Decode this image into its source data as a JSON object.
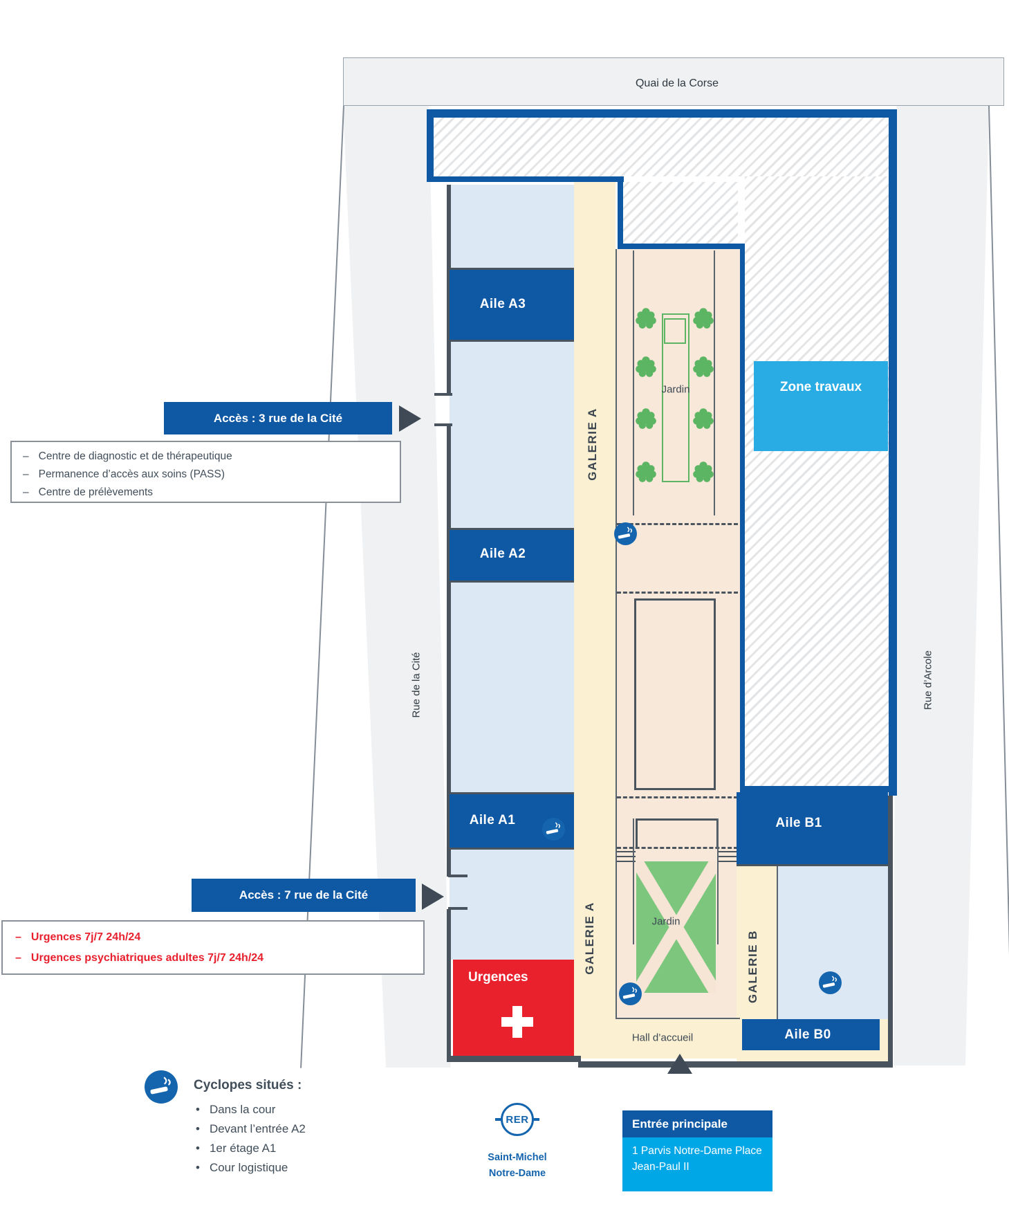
{
  "map": {
    "streets": {
      "top": "Quai de la Corse",
      "left": "Rue de la Cité",
      "right": "Rue d’Arcole"
    },
    "wings": {
      "a3": "Aile A3",
      "a2": "Aile A2",
      "a1": "Aile A1",
      "b1": "Aile B1",
      "b0": "Aile B0"
    },
    "galleries": {
      "a": "GALERIE A",
      "b": "GALERIE B"
    },
    "garden_label": "Jardin",
    "zone_travaux": "Zone travaux",
    "urgences": "Urgences",
    "hall": "Hall d’accueil"
  },
  "access_3": {
    "label": "Accès : 3 rue de la Cité",
    "items": [
      "Centre de diagnostic et de thérapeutique",
      "Permanence d’accès aux soins (PASS)",
      "Centre de prélèvements"
    ]
  },
  "access_7": {
    "label": "Accès : 7 rue de la Cité",
    "items": [
      "Urgences 7j/7 24h/24",
      "Urgences psychiatriques adultes 7j/7 24h/24"
    ]
  },
  "legend": {
    "title": "Cyclopes situés :",
    "items": [
      "Dans la cour",
      "Devant l’entrée A2",
      "1er étage A1",
      "Cour logistique"
    ]
  },
  "transit": {
    "rer": "RER",
    "station_line1": "Saint-Michel",
    "station_line2": "Notre-Dame"
  },
  "entrance": {
    "title": "Entrée principale",
    "address": "1 Parvis Notre-Dame  Place Jean-Paul II"
  },
  "icons": {
    "cigarette": "cigarette-icon",
    "tree": "tree-icon",
    "cross": "medical-cross-icon",
    "arrow": "direction-arrow-icon"
  },
  "colors": {
    "primary_blue": "#0f58a4",
    "cyan": "#29abe3",
    "entrance_cyan": "#00a7e7",
    "light_blue": "#dce9f5",
    "cream": "#fbf0d2",
    "peach": "#f8e8d9",
    "red": "#e8212d",
    "tree_green": "#5bb563",
    "garden_green": "#7cc67e",
    "dark_slate": "#3f4a56",
    "rer_blue": "#1565ae"
  }
}
